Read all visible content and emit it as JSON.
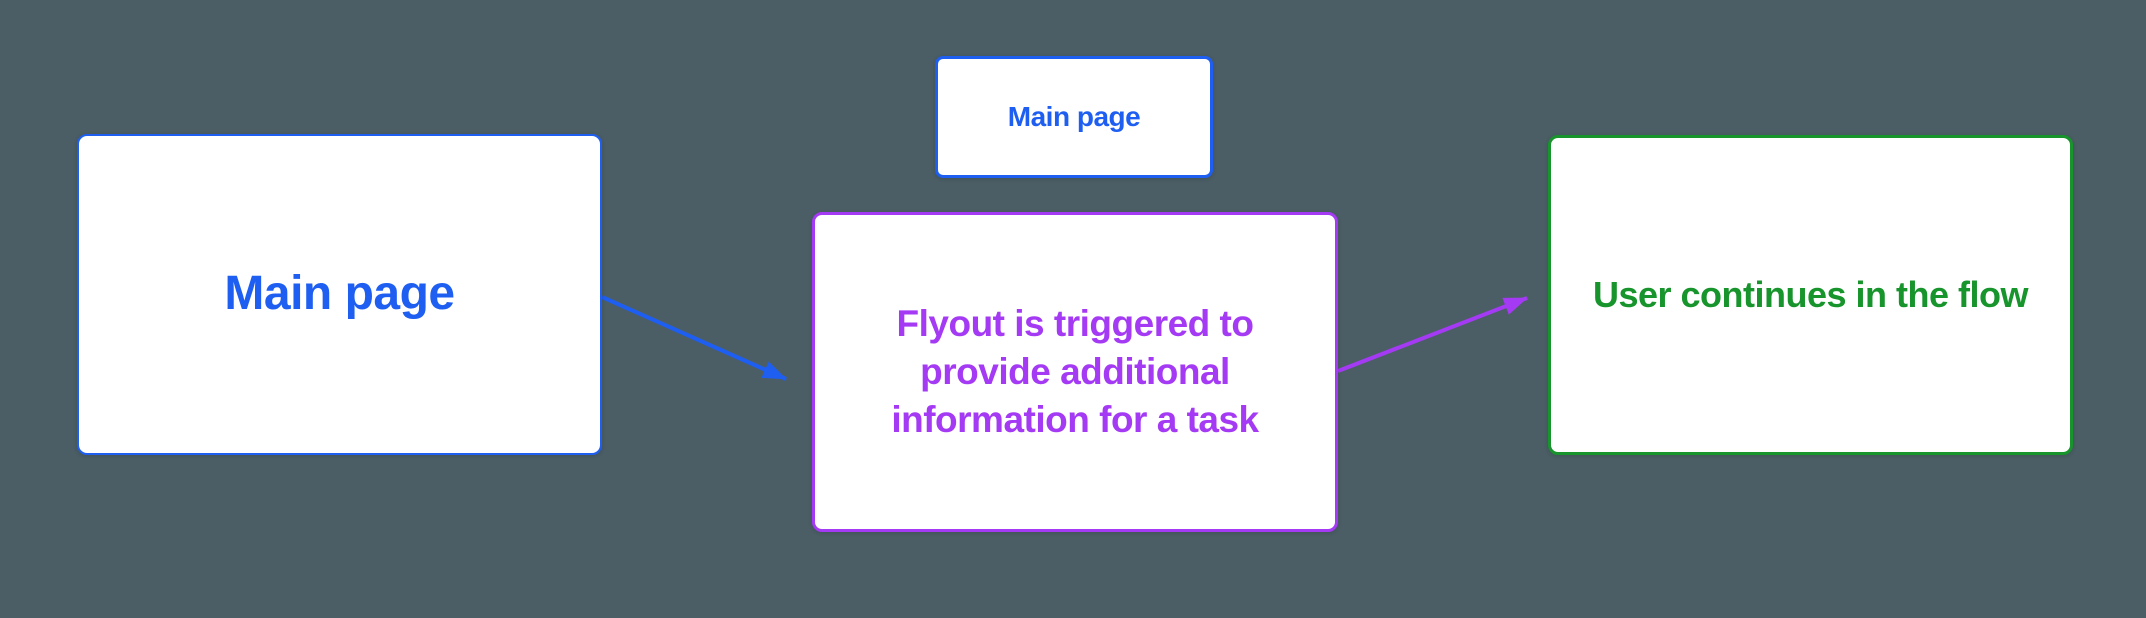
{
  "diagram": {
    "nodes": [
      {
        "id": "main-page-left",
        "label": "Main page",
        "color": "blue"
      },
      {
        "id": "main-page-top",
        "label": "Main page",
        "color": "blue"
      },
      {
        "id": "flyout",
        "label": "Flyout is triggered to provide additional information for a task",
        "color": "purple"
      },
      {
        "id": "outcome",
        "label": "User continues in the flow",
        "color": "green"
      }
    ],
    "connectors": [
      {
        "id": "main-to-flyout",
        "from": "main-page-left",
        "to": "flyout",
        "color": "blue",
        "arrowhead": "triangle"
      },
      {
        "id": "flyout-to-outcome",
        "from": "flyout",
        "to": "outcome",
        "color": "purple",
        "arrowhead": "triangle"
      }
    ]
  },
  "colors": {
    "background": "#4B5E65",
    "node_background": "#FFFFFF",
    "blue": "#1E5FF2",
    "purple": "#A43AF3",
    "green": "#17942B"
  }
}
